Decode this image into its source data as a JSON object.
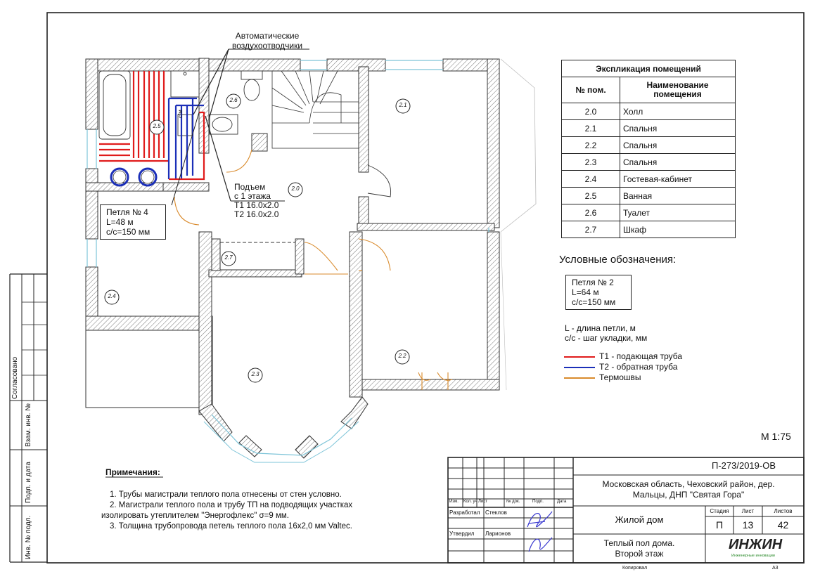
{
  "drawing": {
    "annotation_air_vents_line1": "Автоматические",
    "annotation_air_vents_line2": "воздухоотводчики",
    "riser_line1": "Подъем",
    "riser_line2": "с 1 этажа",
    "riser_t1": "Т1 16.0x2.0",
    "riser_t2": "Т2 16.0x2.0",
    "loop4_line1": "Петля № 4",
    "loop4_line2": "L=48 м",
    "loop4_line3": "с/с=150 мм",
    "room_marks": [
      "2.0",
      "2.1",
      "2.2",
      "2.3",
      "2.4",
      "2.5",
      "2.6",
      "2.7"
    ],
    "fixture_sm": "с/м",
    "scale": "М 1:75"
  },
  "explication": {
    "title": "Экспликация помещений",
    "col_num": "№ пом.",
    "col_name_line1": "Наименование",
    "col_name_line2": "помещения",
    "rows": [
      {
        "num": "2.0",
        "name": "Холл"
      },
      {
        "num": "2.1",
        "name": "Спальня"
      },
      {
        "num": "2.2",
        "name": "Спальня"
      },
      {
        "num": "2.3",
        "name": "Спальня"
      },
      {
        "num": "2.4",
        "name": "Гостевая-кабинет"
      },
      {
        "num": "2.5",
        "name": "Ванная"
      },
      {
        "num": "2.6",
        "name": "Туалет"
      },
      {
        "num": "2.7",
        "name": "Шкаф"
      }
    ]
  },
  "legend": {
    "title": "Условные обозначения:",
    "loop_line1": "Петля № 2",
    "loop_line2": "L=64 м",
    "loop_line3": "с/с=150 мм",
    "note_l": "L - длина петли, м",
    "note_cc": "с/с - шаг укладки, мм",
    "t1": "Т1 - подающая труба",
    "t2": "Т2 - обратная труба",
    "thermo": "Термошвы",
    "t1_color": "#e01b1b",
    "t2_color": "#1b2fb8",
    "thermo_color": "#d98a2b"
  },
  "notes": {
    "title": "Примечания:",
    "item1": "1.   Трубы магистрали теплого пола отнесены от стен условно.",
    "item2a": "2.   Магистрали теплого пола и трубу ТП на подводящих участках",
    "item2b": "изолировать утеплителем \"Энергофлекс\" σ=9 мм.",
    "item3": "3.   Толщина трубопровода петель теплого пола 16х2,0 мм Valtec."
  },
  "title_block": {
    "code": "П-273/2019-ОВ",
    "address_line1": "Московская область, Чеховский район, дер.",
    "address_line2": "Мальцы, ДНП \"Святая Гора\"",
    "col_izm": "Изм.",
    "col_kol": "Кол. уч",
    "col_list": "Лист",
    "col_ndok": "№ док.",
    "col_podp": "Подп.",
    "col_data": "Дата",
    "razrabotal": "Разработал",
    "razrabotal_name": "Стеклов",
    "utverdil": "Утвердил",
    "utverdil_name": "Ларионов",
    "object": "Жилой дом",
    "stage_label": "Стадия",
    "sheet_label": "Лист",
    "sheets_label": "Листов",
    "stage": "П",
    "sheet": "13",
    "sheets": "42",
    "sheet_title_line1": "Теплый пол дома.",
    "sheet_title_line2": "Второй этаж",
    "logo": "ИНЖИН",
    "logo_sub": "Инженерные инновации",
    "copied": "Копировал",
    "format": "А3"
  },
  "side_stamp": {
    "soglasovano": "Согласовано",
    "vzam": "Взам. инв. №",
    "podp_data": "Подп. и дата",
    "inv_podl": "Инв. № подл."
  }
}
